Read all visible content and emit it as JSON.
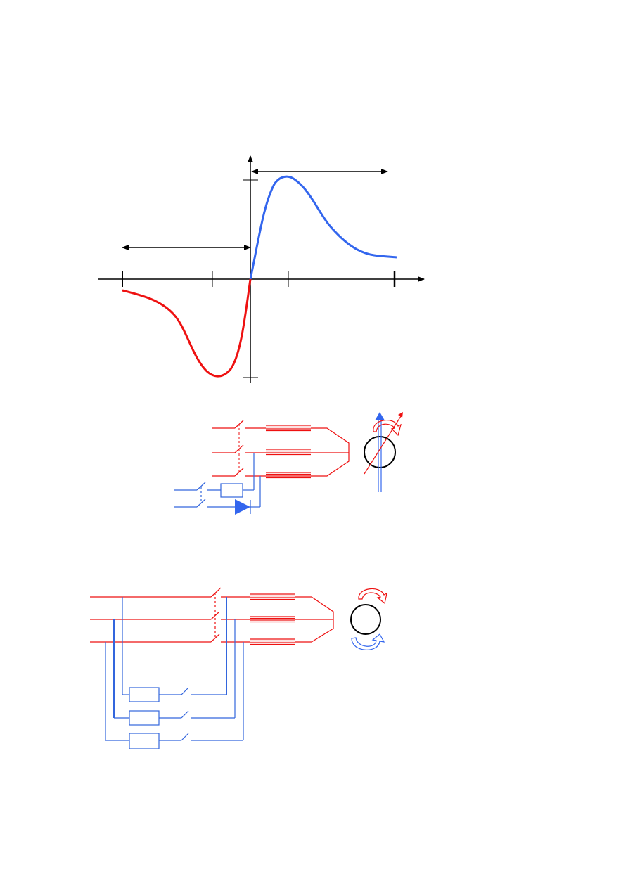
{
  "colors": {
    "axis": "#000000",
    "motor_region": "#3366ee",
    "braking_region": "#ee1111",
    "circuit_red": "#ee1111",
    "circuit_blue": "#3366dd",
    "machine_outline": "#000000"
  },
  "figure_1": {
    "type": "torque-slip characteristic",
    "curves": [
      "braking-region-curve",
      "motor-region-curve"
    ],
    "arrows": [
      "left-range-arrow",
      "right-range-arrow"
    ]
  },
  "figure_2": {
    "type": "dc injection braking circuit",
    "components": [
      "three-phase-switch",
      "stator-windings",
      "rectifier-resistor",
      "diode",
      "rotor-machine"
    ]
  },
  "figure_3": {
    "type": "plugging / reverse braking circuit",
    "components": [
      "main-switch",
      "stator-windings",
      "three-resistors",
      "three-switches",
      "rotor-machine"
    ]
  },
  "icons": [
    "rotation-arrow-icon",
    "diode-icon",
    "machine-circle-icon"
  ]
}
